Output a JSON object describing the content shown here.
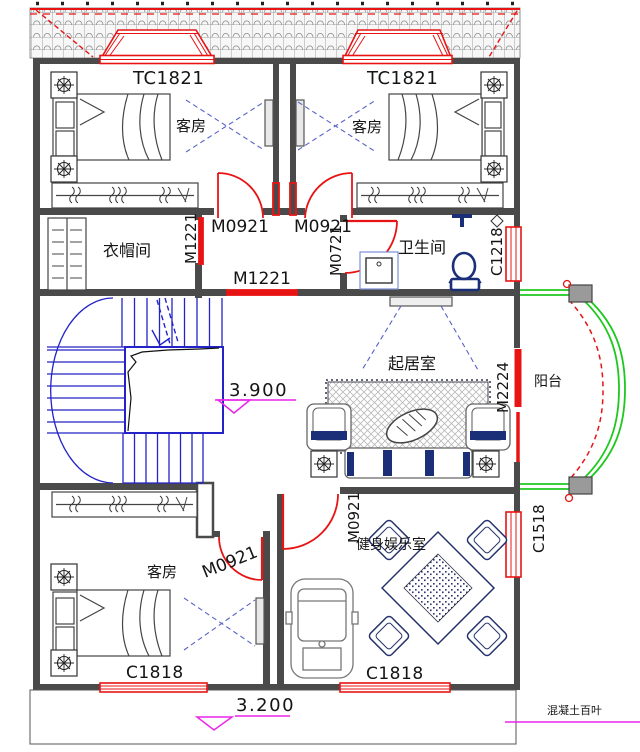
{
  "plan": {
    "rooms": {
      "guest_top_left": "客房",
      "guest_top_right": "客房",
      "cloakroom": "衣帽间",
      "bathroom": "卫生间",
      "living": "起居室",
      "balcony": "阳台",
      "guest_bottom": "客房",
      "fitness": "健身娱乐室"
    },
    "windows": {
      "tc_left": "TC1821",
      "tc_right": "TC1821",
      "c1218": "C1218",
      "c1518": "C1518",
      "c1818_left": "C1818",
      "c1818_right": "C1818"
    },
    "doors": {
      "m1221_cloakroom": "M1221",
      "m0921_hall_left": "M0921",
      "m0921_hall_right": "M0921",
      "m0721_bath": "M0721",
      "m1221_hall": "M1221",
      "m2224_balcony": "M2224",
      "m0921_bedroom": "M0921",
      "m0921_fitness": "M0921"
    },
    "levels": {
      "upper": "3.900",
      "lower": "3.200"
    },
    "notes": {
      "eave": "混凝土百叶"
    },
    "colors": {
      "wall": "#4a4a4a",
      "door_window": "#e81414",
      "stair": "#2323c8",
      "balcony_rail": "#1ec81e",
      "fixture_navy": "#1b2f78",
      "level_mark": "#ea25ea",
      "sight_line": "#5763c9",
      "tile": "#8a8a8a"
    }
  }
}
